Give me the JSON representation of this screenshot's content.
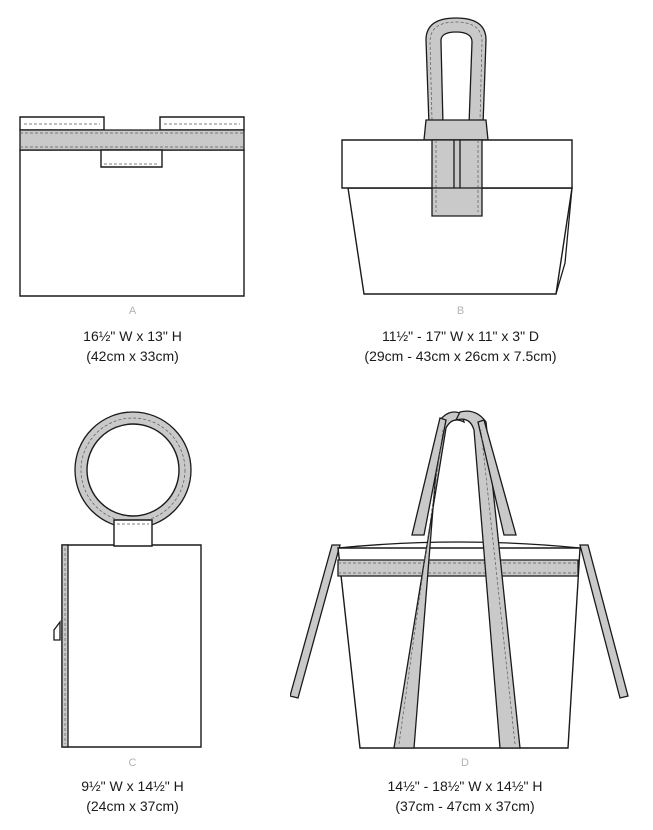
{
  "views": [
    {
      "letter": "A",
      "size_imperial": "16½\" W x 13\" H",
      "size_metric": "(42cm x 33cm)"
    },
    {
      "letter": "B",
      "size_imperial": "11½\" - 17\" W x 11\" x 3\" D",
      "size_metric": "(29cm - 43cm x 26cm x 7.5cm)"
    },
    {
      "letter": "C",
      "size_imperial": "9½\" W x 14½\" H",
      "size_metric": "(24cm x 37cm)"
    },
    {
      "letter": "D",
      "size_imperial": "14½\" - 18½\" W x 14½\" H",
      "size_metric": "(37cm - 47cm x 37cm)"
    }
  ]
}
